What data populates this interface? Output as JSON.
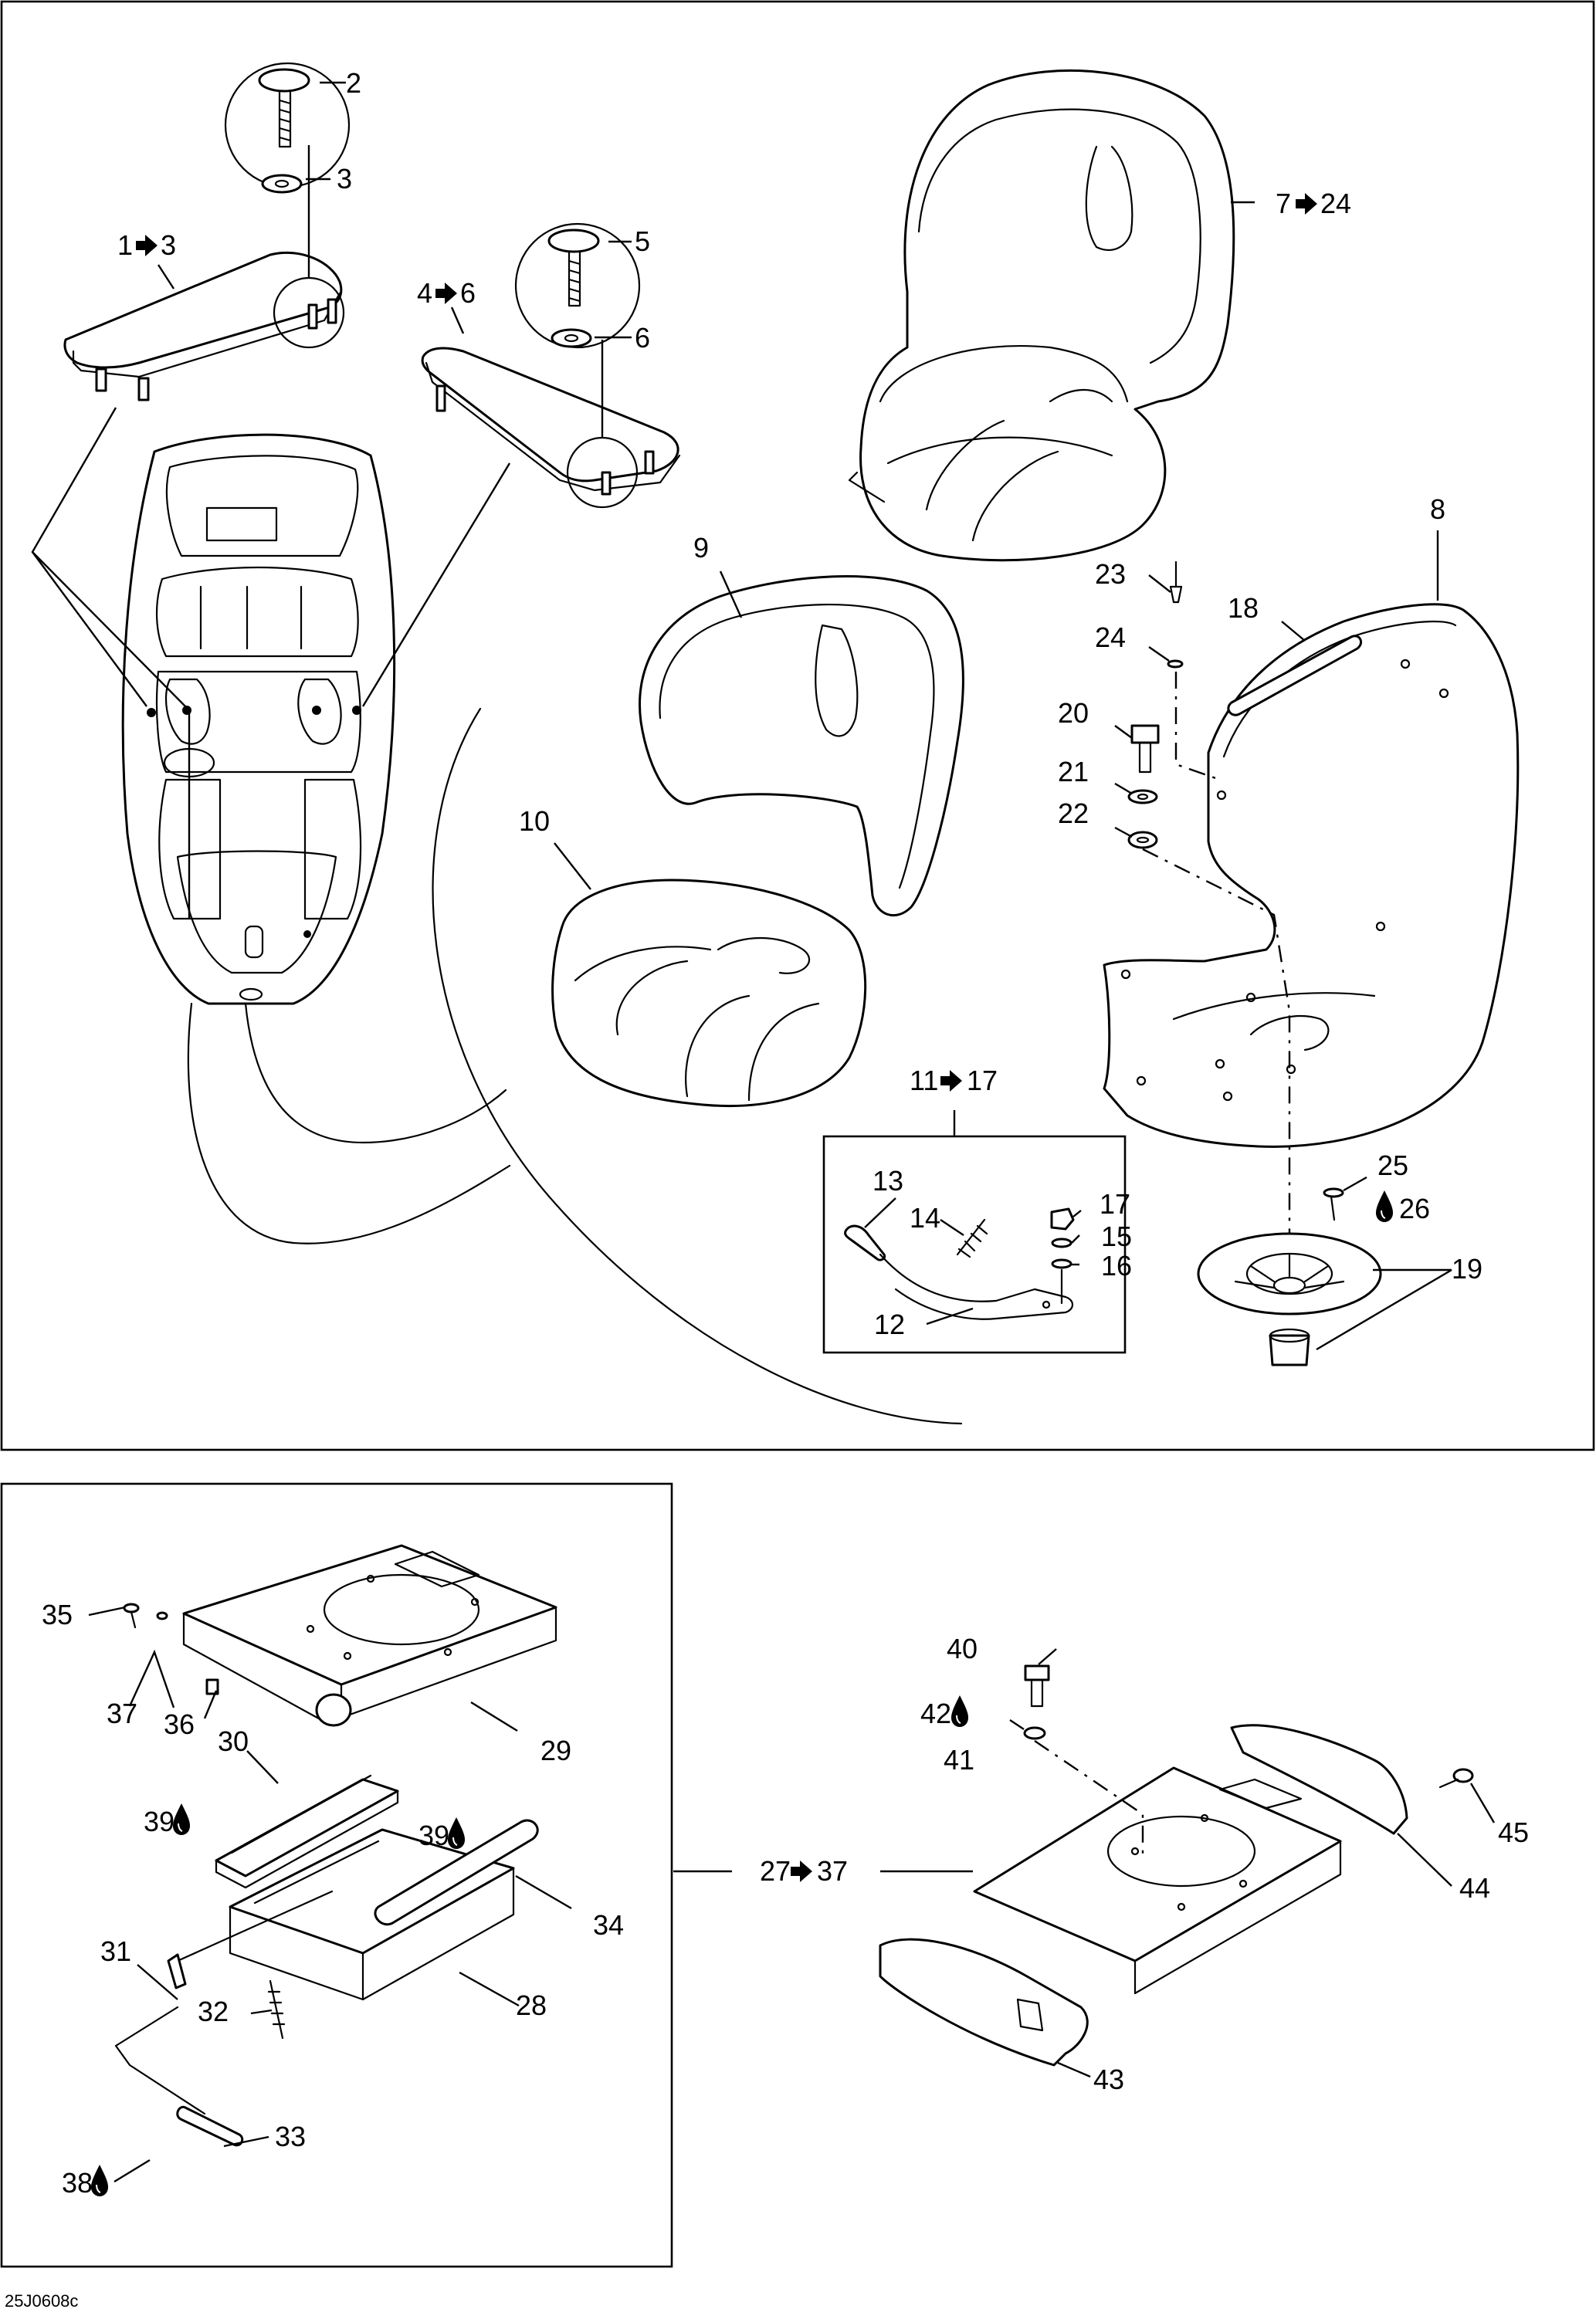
{
  "diagram_code": "25J0608c",
  "icons": {
    "arrow": "arrow-right-icon",
    "drop": "lubricant-drop-icon"
  },
  "labels": {
    "l1_3": "1",
    "l2": "2",
    "l3": "3",
    "l4_6": "4",
    "l5": "5",
    "l6": "6",
    "l7_24": "7",
    "l8": "8",
    "l9": "9",
    "l10": "10",
    "l11_17": "11",
    "l12": "12",
    "l13": "13",
    "l14": "14",
    "l15": "15",
    "l16": "16",
    "l17": "17",
    "l18": "18",
    "l19": "19",
    "l20": "20",
    "l21": "21",
    "l22": "22",
    "l23": "23",
    "l24": "24",
    "l25": "25",
    "l26": "26",
    "l27_37": "27",
    "l28": "28",
    "l29": "29",
    "l30": "30",
    "l31": "31",
    "l32": "32",
    "l33": "33",
    "l34": "34",
    "l35": "35",
    "l36": "36",
    "l37": "37",
    "l38": "38",
    "l39a": "39",
    "l39b": "39",
    "l40": "40",
    "l41": "41",
    "l42": "42",
    "l43": "43",
    "l44": "44",
    "l45": "45"
  },
  "ranges": {
    "r1_3": "3",
    "r4_6": "6",
    "r7_24": "24",
    "r11_17": "17",
    "r27_37": "37"
  }
}
